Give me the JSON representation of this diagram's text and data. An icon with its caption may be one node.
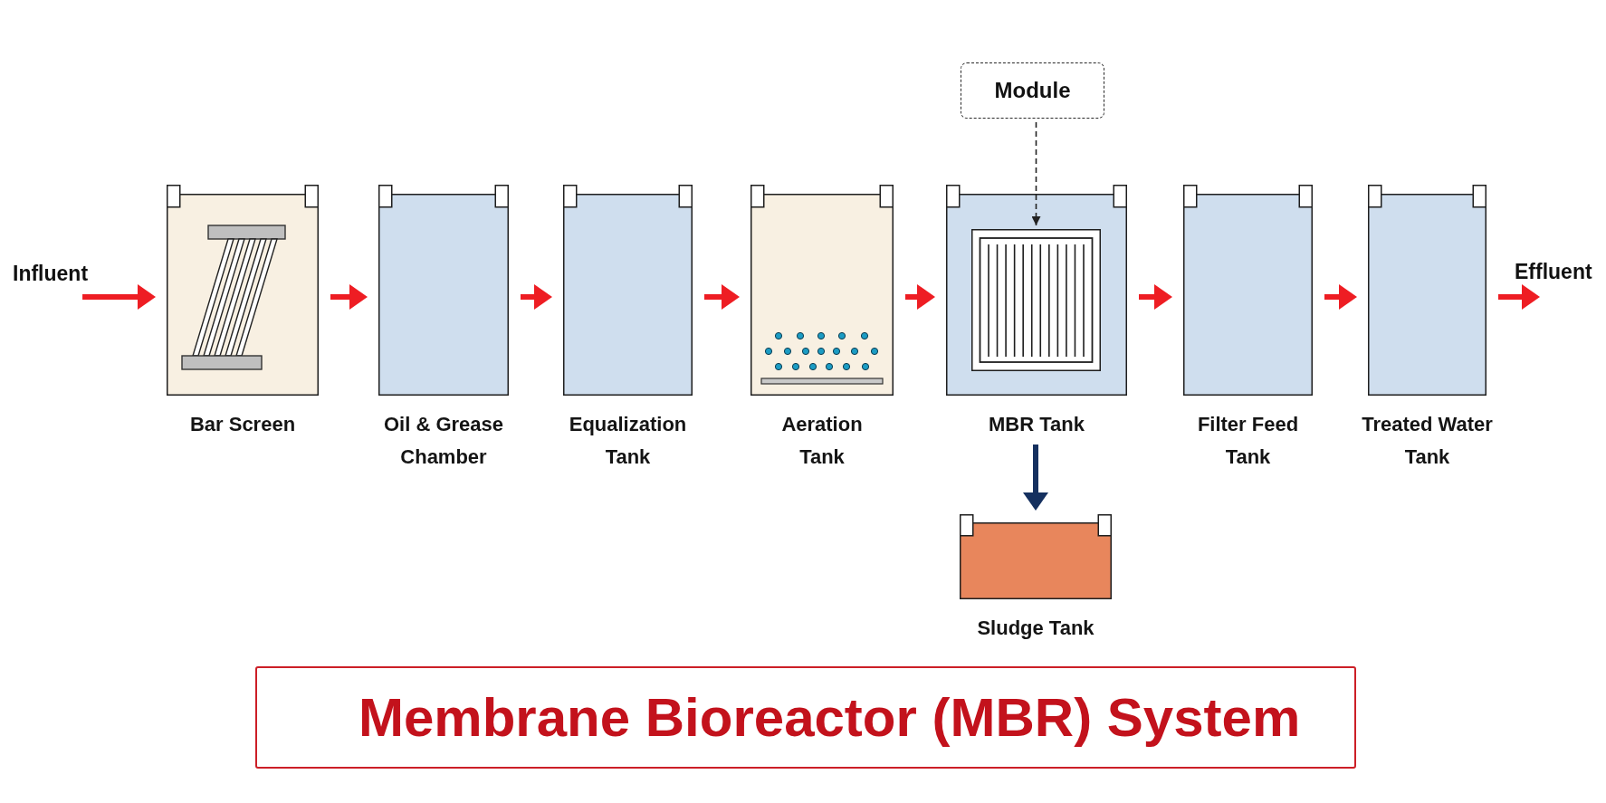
{
  "diagram": {
    "title": "Membrane Bioreactor (MBR) System",
    "nodes": [
      {
        "text": [
          "Module"
        ]
      },
      {
        "text": [
          "Influent"
        ]
      },
      {
        "text": [
          "Bar Screen"
        ]
      },
      {
        "text": [
          "Oil & Grease Chamber"
        ]
      },
      {
        "text": [
          "Equalization Tank"
        ]
      },
      {
        "text": [
          "Aeration Tank"
        ]
      },
      {
        "text": [
          "MBR Tank"
        ]
      },
      {
        "text": [],
        "shape": "picture",
        "in": 6
      },
      {
        "text": [
          "Filter Feed Tank"
        ]
      },
      {
        "text": [
          "Treated Water Tank"
        ]
      },
      {
        "text": [
          "Effluent"
        ]
      },
      {
        "text": [
          "Sludge Tank"
        ]
      }
    ],
    "edges": [
      {
        "from": 1,
        "to": 2,
        "arrow": "to"
      },
      {
        "from": 2,
        "to": 3,
        "arrow": "to"
      },
      {
        "from": 3,
        "to": 4,
        "arrow": "to"
      },
      {
        "from": 4,
        "to": 5,
        "arrow": "to"
      },
      {
        "from": 5,
        "to": 6,
        "arrow": "to"
      },
      {
        "from": 6,
        "to": 8,
        "arrow": "to"
      },
      {
        "from": 8,
        "to": 9,
        "arrow": "to"
      },
      {
        "from": 9,
        "to": 10,
        "arrow": "to"
      },
      {
        "from": 0,
        "to": 7,
        "arrow": "to",
        "style": "dashed",
        "color": "#222222"
      },
      {
        "from": 6,
        "to": 11,
        "arrow": "to",
        "color": "#15305f"
      }
    ]
  }
}
